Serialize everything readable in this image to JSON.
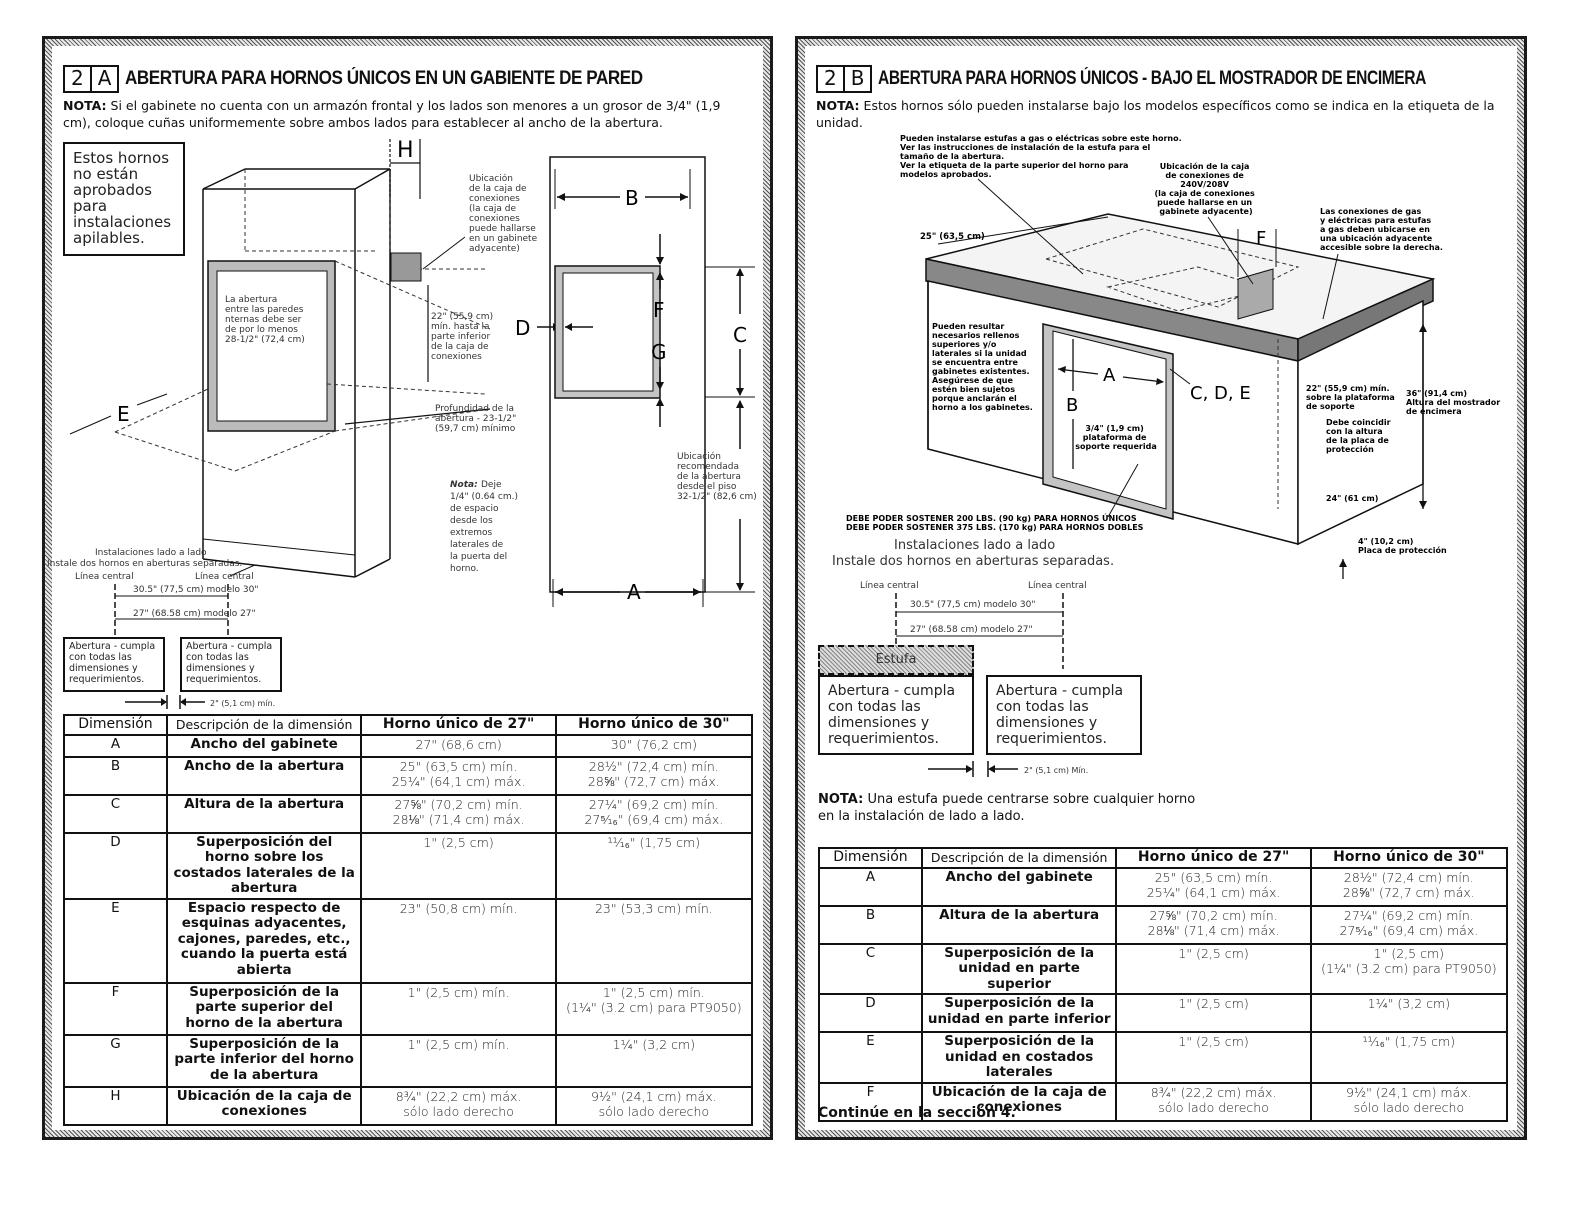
{
  "sectionA": {
    "num": "2",
    "letter": "A",
    "title": "ABERTURA PARA HORNOS ÚNICOS EN UN GABIENTE DE PARED",
    "note_label": "NOTA:",
    "note_text": "Si el gabinete no cuenta con un armazón frontal y los lados son menores a un grosor de 3/4\" (1,9 cm), coloque cuñas uniformemente sobre ambos lados para establecer al ancho de la abertura.",
    "stack_note": "Estos hornos no están aprobados para instalaciones apilables.",
    "fig_labels": {
      "H": "H",
      "B": "B",
      "C": "C",
      "D": "D",
      "E": "E",
      "F": "F",
      "G": "G",
      "A": "A",
      "junction": "Ubicación de la caja de conexiones (la caja de conexiones puede hallarse en un gabinete adyacente)",
      "inner": "La abertura entre las paredes internas debe ser de por lo menos 28-1/2\" (72,4 cm)",
      "d22": "22\" (55,9 cm) mín. hasta la parte inferior de la caja de conexiones",
      "depth": "Profundidad de la abertura - 23-1/2\" (59,7 cm) mínimo",
      "note_it": "Nota:",
      "note_rest": "Deje 1/4\" (0.64 cm.) de espacio desde los extremos laterales de la puerta del horno.",
      "recommended": "Ubicación recomendada de la abertura desde el piso 32-1/2\" (82,6 cm)",
      "side_title": "Instalaciones lado a lado",
      "side_sub": "Instale dos hornos en aberturas separadas.",
      "centerline1": "Línea central",
      "centerline2": "Línea central",
      "m30": "30.5\" (77,5 cm) modelo 30\"",
      "m27": "27\" (68.58 cm) modelo 27\"",
      "box1": "Abertura - cumpla con todas las dimensiones y requerimientos.",
      "box2": "Abertura - cumpla con todas las dimensiones y requerimientos.",
      "gap": "2\" (5,1 cm) mín."
    },
    "table": {
      "headers": [
        "Dimensión",
        "Descripción de la dimensión",
        "Horno único de 27\"",
        "Horno único de 30\""
      ],
      "rows": [
        [
          "A",
          "Ancho del gabinete",
          "27\" (68,6 cm)",
          "30\" (76,2 cm)"
        ],
        [
          "B",
          "Ancho de la abertura",
          "25\" (63,5 cm) mín.\n25¼\" (64,1 cm) máx.",
          "28½\" (72,4 cm) mín.\n28⅝\" (72,7 cm) máx."
        ],
        [
          "C",
          "Altura de la abertura",
          "27⅝\" (70,2 cm) mín.\n28⅛\" (71,4 cm) máx.",
          "27¼\" (69,2 cm) mín.\n27⁵⁄₁₆\" (69,4 cm) máx."
        ],
        [
          "D",
          "Superposición del horno sobre los costados laterales de la abertura",
          "1\" (2,5 cm)",
          "¹¹⁄₁₆\" (1,75 cm)"
        ],
        [
          "E",
          "Espacio respecto de esquinas adyacentes, cajones, paredes, etc., cuando la puerta está abierta",
          "23\" (50,8 cm) mín.",
          "23\" (53,3 cm) mín."
        ],
        [
          "F",
          "Superposición de la parte superior del horno de la abertura",
          "1\" (2,5 cm) mín.",
          "1\" (2,5 cm) mín.\n(1¼\" (3.2 cm) para PT9050)"
        ],
        [
          "G",
          "Superposición de la parte inferior del horno de la abertura",
          "1\" (2,5 cm) mín.",
          "1¼\" (3,2 cm)"
        ],
        [
          "H",
          "Ubicación de la caja de conexiones",
          "8¾\" (22,2 cm) máx.\nsólo lado derecho",
          "9½\" (24,1 cm) máx.\nsólo lado derecho"
        ]
      ]
    }
  },
  "sectionB": {
    "num": "2",
    "letter": "B",
    "title": "ABERTURA PARA HORNOS ÚNICOS - BAJO EL MOSTRADOR DE ENCIMERA",
    "note_label": "NOTA:",
    "note_text": "Estos hornos sólo pueden instalarse bajo los modelos específicos como se indica en la etiqueta de la unidad.",
    "fig_labels": {
      "top_note": "Pueden instalarse estufas a gas o eléctricas sobre este horno. Ver las instrucciones de instalación de la estufa para el tamaño de la abertura. Ver la etiqueta de la parte superior del horno para modelos aprobados.",
      "jbox": "Ubicación de la caja de conexiones de 240V/208V (la caja de conexiones puede hallarse en un gabinete adyacente)",
      "gas": "Las conexiones de gas y eléctricas para estufas a gas deben ubicarse en una ubicación adyacente accesible sobre la derecha.",
      "d25": "25\" (63,5 cm)",
      "F": "F",
      "A": "A",
      "B": "B",
      "CDE": "C, D, E",
      "fill": "Pueden resultar necesarios rellenos superiores y/o laterales si la unidad se encuentra entre gabinetes existentes. Asegúrese de que estén bien sujetos porque anclarán el horno a los gabinetes.",
      "plat": "3/4\" (1,9 cm) plataforma de soporte requerida",
      "d22": "22\" (55,9 cm) mín. sobre la plataforma de soporte",
      "d36": "36\" (91,4 cm) Altura del mostrador de encimera",
      "coincide": "Debe coincidir con la altura de la placa de protección",
      "d24": "24\" (61 cm)",
      "d4": "4\" (10,2 cm) Placa de protección",
      "weight1": "DEBE PODER SOSTENER 200 LBS. (90 kg) PARA HORNOS ÚNICOS",
      "weight2": "DEBE PODER SOSTENER 375 LBS. (170 kg) PARA HORNOS DOBLES",
      "side_title": "Instalaciones lado a lado",
      "side_sub": "Instale dos hornos en aberturas separadas.",
      "centerline1": "Línea central",
      "centerline2": "Línea central",
      "m30": "30.5\" (77,5 cm) modelo 30\"",
      "m27": "27\" (68.58 cm) modelo 27\"",
      "estufa": "Estufa",
      "box1": "Abertura - cumpla con todas las dimensiones y requerimientos.",
      "box2": "Abertura - cumpla con todas las dimensiones y requerimientos.",
      "gap": "2\" (5,1 cm) Mín."
    },
    "note2_label": "NOTA:",
    "note2_text": "Una estufa puede centrarse sobre cualquier horno en la instalación de lado a lado.",
    "table": {
      "headers": [
        "Dimensión",
        "Descripción de la dimensión",
        "Horno único de 27\"",
        "Horno único de 30\""
      ],
      "rows": [
        [
          "A",
          "Ancho del gabinete",
          "25\" (63,5 cm) mín.\n25¼\" (64,1 cm) máx.",
          "28½\" (72,4 cm) mín.\n28⅝\" (72,7 cm) máx."
        ],
        [
          "B",
          "Altura de la abertura",
          "27⅝\" (70,2 cm) mín.\n28⅛\" (71,4 cm) máx.",
          "27¼\" (69,2 cm) mín.\n27⁵⁄₁₆\" (69,4 cm) máx."
        ],
        [
          "C",
          "Superposición de la unidad en parte superior",
          "1\" (2,5 cm)",
          "1\" (2,5 cm)\n(1¼\" (3.2 cm) para PT9050)"
        ],
        [
          "D",
          "Superposición de la unidad en parte inferior",
          "1\" (2,5 cm)",
          "1¼\" (3,2 cm)"
        ],
        [
          "E",
          "Superposición de la unidad en costados laterales",
          "1\" (2,5 cm)",
          "¹¹⁄₁₆\" (1,75 cm)"
        ],
        [
          "F",
          "Ubicación de la caja de conexiones",
          "8¾\" (22,2 cm) máx.\nsólo lado derecho",
          "9½\" (24,1 cm) máx.\nsólo lado derecho"
        ]
      ]
    },
    "continue": "Continúe en la sección 4."
  }
}
